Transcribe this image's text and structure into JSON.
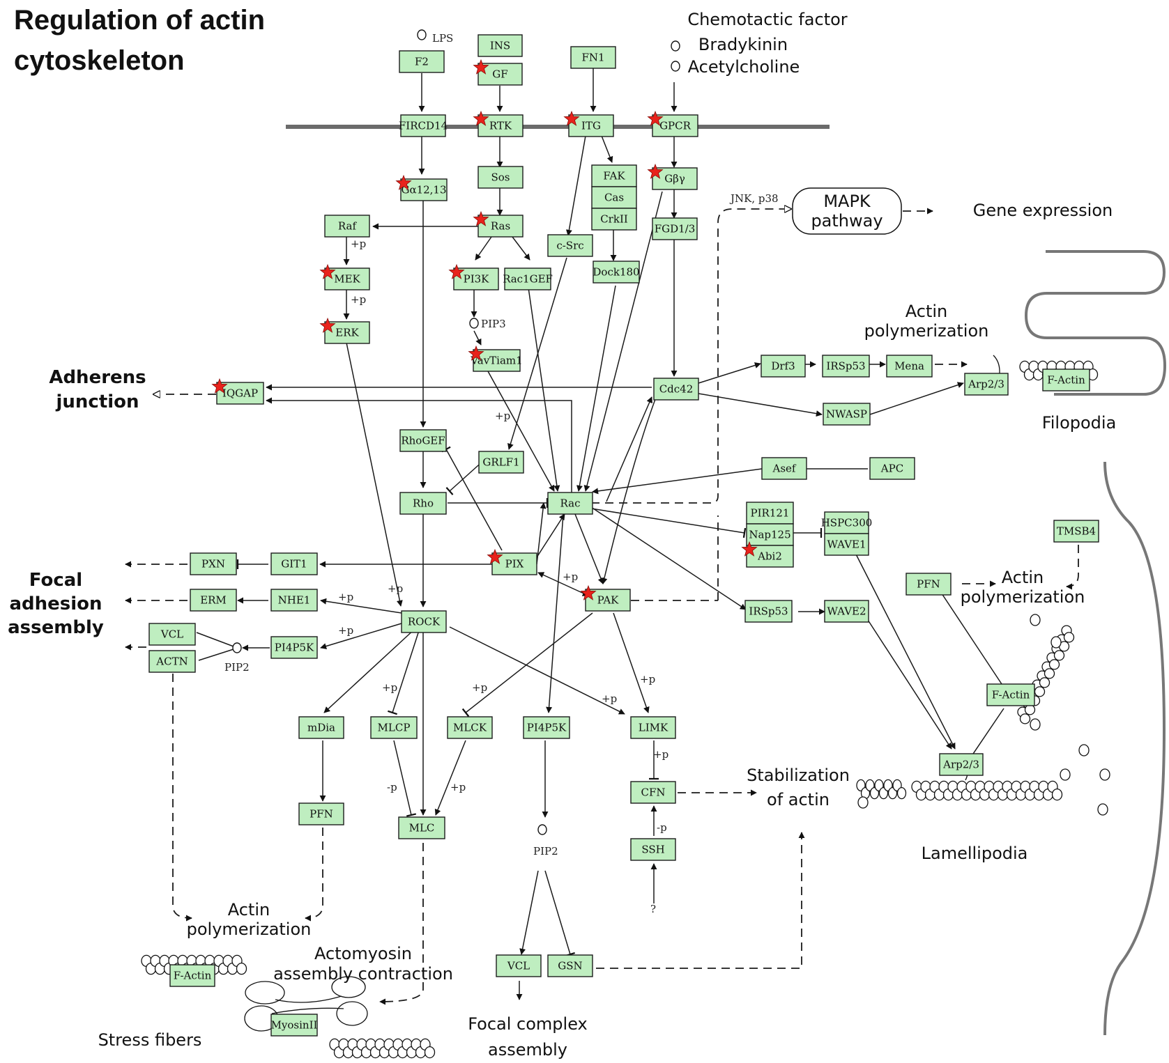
{
  "title": "Regulation of actin\ncytoskeleton",
  "nodes": [
    {
      "id": "F2",
      "label": "F2",
      "star": false
    },
    {
      "id": "INS",
      "label": "INS",
      "star": false
    },
    {
      "id": "GF",
      "label": "GF",
      "star": true
    },
    {
      "id": "FN1",
      "label": "FN1",
      "star": false
    },
    {
      "id": "FIRCD14",
      "label": "FIRCD14",
      "star": false
    },
    {
      "id": "RTK",
      "label": "RTK",
      "star": true
    },
    {
      "id": "ITG",
      "label": "ITG",
      "star": true
    },
    {
      "id": "GPCR",
      "label": "GPCR",
      "star": true
    },
    {
      "id": "Ga1213",
      "label": "Gα12,13",
      "star": true
    },
    {
      "id": "Sos",
      "label": "Sos",
      "star": false
    },
    {
      "id": "FAK",
      "label": "FAK",
      "star": false
    },
    {
      "id": "Cas",
      "label": "Cas",
      "star": false
    },
    {
      "id": "CrkII",
      "label": "CrkII",
      "star": false
    },
    {
      "id": "Gby",
      "label": "Gβγ",
      "star": true
    },
    {
      "id": "Raf",
      "label": "Raf",
      "star": false
    },
    {
      "id": "Ras",
      "label": "Ras",
      "star": true
    },
    {
      "id": "cSrc",
      "label": "c-Src",
      "star": false
    },
    {
      "id": "FGD13",
      "label": "FGD1/3",
      "star": false
    },
    {
      "id": "MEK",
      "label": "MEK",
      "star": true
    },
    {
      "id": "PI3K",
      "label": "PI3K",
      "star": true
    },
    {
      "id": "Rac1GEF",
      "label": "Rac1GEF",
      "star": false
    },
    {
      "id": "Dock180",
      "label": "Dock180",
      "star": false
    },
    {
      "id": "ERK",
      "label": "ERK",
      "star": true
    },
    {
      "id": "VavTiam1",
      "label": "VavTiam1",
      "star": true
    },
    {
      "id": "IQGAP",
      "label": "IQGAP",
      "star": true
    },
    {
      "id": "Cdc42",
      "label": "Cdc42",
      "star": false
    },
    {
      "id": "Drf3",
      "label": "Drf3",
      "star": false
    },
    {
      "id": "IRSp53a",
      "label": "IRSp53",
      "star": false
    },
    {
      "id": "Mena",
      "label": "Mena",
      "star": false
    },
    {
      "id": "Arp23a",
      "label": "Arp2/3",
      "star": false
    },
    {
      "id": "FActinA",
      "label": "F-Actin",
      "star": false
    },
    {
      "id": "NWASP",
      "label": "NWASP",
      "star": false
    },
    {
      "id": "RhoGEF",
      "label": "RhoGEF",
      "star": false
    },
    {
      "id": "GRLF1",
      "label": "GRLF1",
      "star": false
    },
    {
      "id": "Asef",
      "label": "Asef",
      "star": false
    },
    {
      "id": "APC",
      "label": "APC",
      "star": false
    },
    {
      "id": "Rho",
      "label": "Rho",
      "star": false
    },
    {
      "id": "Rac",
      "label": "Rac",
      "star": false
    },
    {
      "id": "PIR121",
      "label": "PIR121",
      "star": false
    },
    {
      "id": "Nap125",
      "label": "Nap125",
      "star": false
    },
    {
      "id": "Abi2",
      "label": "Abi2",
      "star": true
    },
    {
      "id": "HSPC300",
      "label": "HSPC300",
      "star": false
    },
    {
      "id": "WAVE1",
      "label": "WAVE1",
      "star": false
    },
    {
      "id": "TMSB4",
      "label": "TMSB4",
      "star": false
    },
    {
      "id": "PXN",
      "label": "PXN",
      "star": false
    },
    {
      "id": "GIT1",
      "label": "GIT1",
      "star": false
    },
    {
      "id": "PIX",
      "label": "PIX",
      "star": true
    },
    {
      "id": "PFNa",
      "label": "PFN",
      "star": false
    },
    {
      "id": "ERM",
      "label": "ERM",
      "star": false
    },
    {
      "id": "NHE1",
      "label": "NHE1",
      "star": false
    },
    {
      "id": "PAK",
      "label": "PAK",
      "star": true
    },
    {
      "id": "IRSp53b",
      "label": "IRSp53",
      "star": false
    },
    {
      "id": "WAVE2",
      "label": "WAVE2",
      "star": false
    },
    {
      "id": "ROCK",
      "label": "ROCK",
      "star": false
    },
    {
      "id": "VCLa",
      "label": "VCL",
      "star": false
    },
    {
      "id": "ACTN",
      "label": "ACTN",
      "star": false
    },
    {
      "id": "PI4P5Ka",
      "label": "PI4P5K",
      "star": false
    },
    {
      "id": "FActinB",
      "label": "F-Actin",
      "star": false
    },
    {
      "id": "mDia",
      "label": "mDia",
      "star": false
    },
    {
      "id": "MLCP",
      "label": "MLCP",
      "star": false
    },
    {
      "id": "MLCK",
      "label": "MLCK",
      "star": false
    },
    {
      "id": "PI4P5Kb",
      "label": "PI4P5K",
      "star": false
    },
    {
      "id": "LIMK",
      "label": "LIMK",
      "star": false
    },
    {
      "id": "Arp23b",
      "label": "Arp2/3",
      "star": false
    },
    {
      "id": "CFN",
      "label": "CFN",
      "star": false
    },
    {
      "id": "PFNb",
      "label": "PFN",
      "star": false
    },
    {
      "id": "MLC",
      "label": "MLC",
      "star": false
    },
    {
      "id": "SSH",
      "label": "SSH",
      "star": false
    },
    {
      "id": "VCLb",
      "label": "VCL",
      "star": false
    },
    {
      "id": "GSN",
      "label": "GSN",
      "star": false
    },
    {
      "id": "FActinC",
      "label": "F-Actin",
      "star": false
    },
    {
      "id": "MyosinII",
      "label": "MyosinII",
      "star": false
    }
  ],
  "labels": {
    "chemotactic": "Chemotactic factor",
    "bradykinin": "Bradykinin",
    "acetylcholine": "Acetylcholine",
    "lps": "LPS",
    "jnk": "JNK, p38",
    "mapk": "MAPK",
    "mapk2": "pathway",
    "gene_expr": "Gene expression",
    "actin_poly_top_1": "Actin",
    "actin_poly_top_2": "polymerization",
    "filopodia": "Filopodia",
    "adherens_1": "Adherens",
    "adherens_2": "junction",
    "focal_1": "Focal",
    "focal_2": "adhesion",
    "focal_3": "assembly",
    "actin_poly_right_1": "Actin",
    "actin_poly_right_2": "polymerization",
    "stab_1": "Stabilization",
    "stab_2": "of actin",
    "lamellipodia": "Lamellipodia",
    "actin_poly_bottom_1": "Actin",
    "actin_poly_bottom_2": "polymerization",
    "actomyosin_1": "Actomyosin",
    "actomyosin_2": "assembly contraction",
    "stress_fibers": "Stress fibers",
    "focal_complex_1": "Focal complex",
    "focal_complex_2": "assembly",
    "pip3": "PIP3",
    "pip2_a": "PIP2",
    "pip2_b": "PIP2",
    "plus_p": "+p",
    "minus_p": "-p",
    "question": "?"
  }
}
